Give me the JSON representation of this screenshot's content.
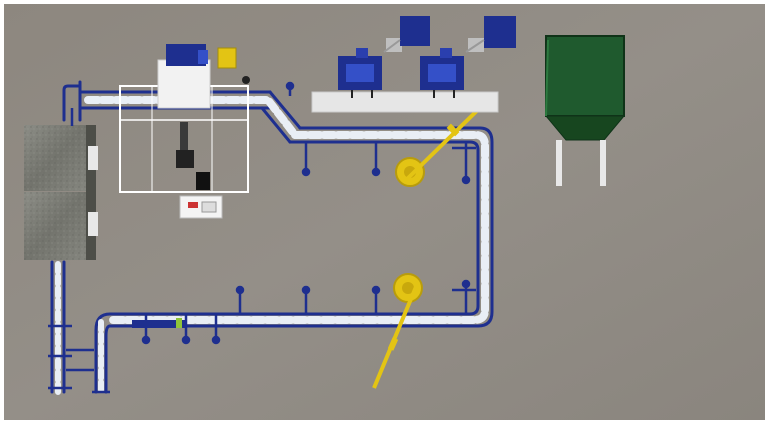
{
  "colors": {
    "floor": "#8f8a83",
    "frame": "#ffffff",
    "conveyor_blue": "#1e2f8f",
    "roller_white": "#e9eef5",
    "arm_yellow": "#e3c414",
    "bin_green": "#1f5a2e",
    "concrete": "#7f8078",
    "machine_white": "#f2f2f2"
  },
  "icons": [
    "conveyor-loop",
    "robot-cell",
    "rotary-turntable",
    "swing-arm",
    "storage-bin",
    "stone-block",
    "stacker-unit"
  ]
}
